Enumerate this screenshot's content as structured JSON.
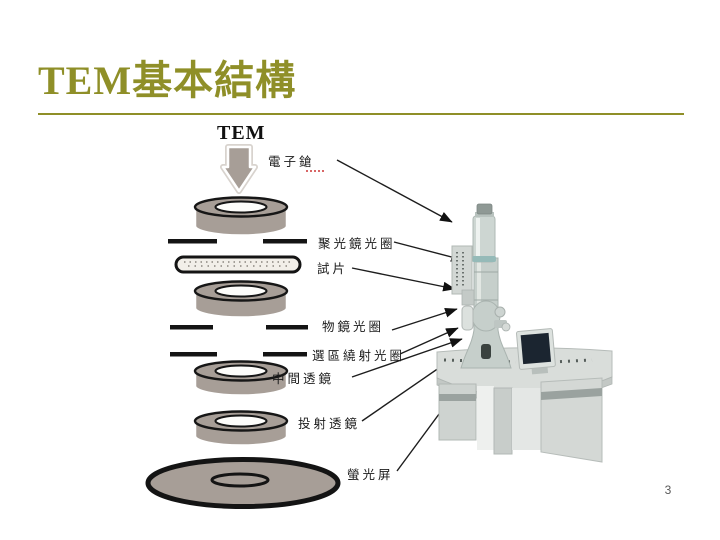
{
  "slide": {
    "title": "TEM基本結構",
    "page_number": "3",
    "accent_color": "#8f8f28",
    "background_color": "#ffffff"
  },
  "diagram": {
    "heading": "TEM",
    "lens_gray": "#a79e97",
    "outline_black": "#161616",
    "labels": [
      {
        "id": "electron-gun",
        "text": "電子鎗"
      },
      {
        "id": "condenser-aperture",
        "text": "聚光鏡光圈"
      },
      {
        "id": "specimen",
        "text": "試片"
      },
      {
        "id": "objective-aperture",
        "text": "物鏡光圈"
      },
      {
        "id": "selected-area-diffraction-aperture",
        "text": "選區繞射光圈"
      },
      {
        "id": "intermediate-lens",
        "text": "中間透鏡"
      },
      {
        "id": "projection-lens",
        "text": "投射透鏡"
      },
      {
        "id": "fluorescent-screen",
        "text": "螢光屏"
      }
    ]
  },
  "photo": {
    "description": "transmission electron microscope instrument with console desk and monitor",
    "column_color": "#c6cfcb",
    "desk_color": "#d7dbd8",
    "screen_color": "#1b2530"
  }
}
